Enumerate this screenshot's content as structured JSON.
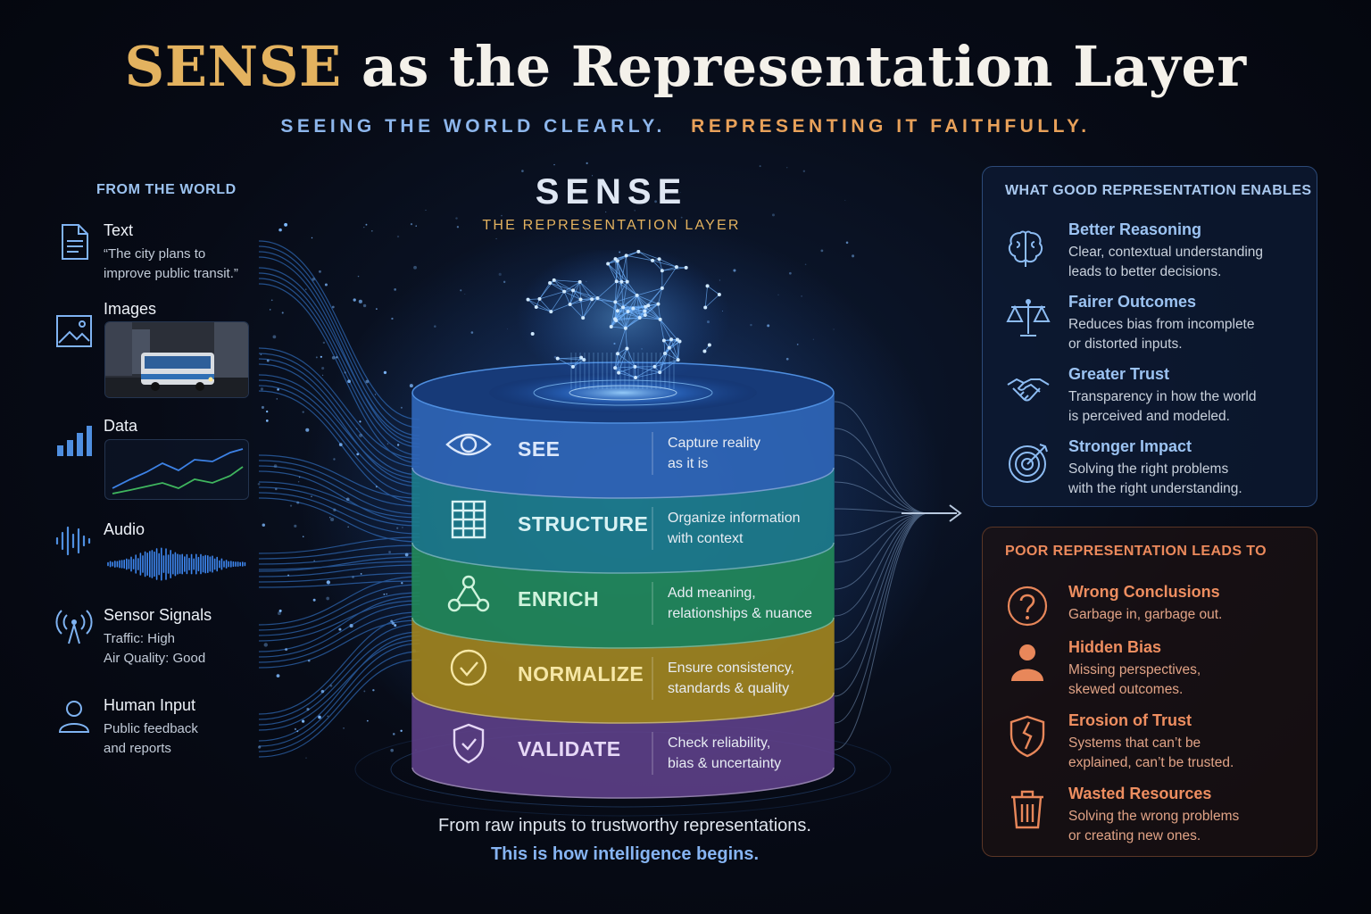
{
  "title": {
    "accent": "SENSE",
    "rest": "as the Representation Layer"
  },
  "subtitle": {
    "part1": "SEEING THE WORLD CLEARLY.",
    "part2": "REPRESENTING IT FAITHFULLY."
  },
  "colors": {
    "gold": "#e3b25f",
    "blue_accent": "#86b4f2",
    "orange_accent": "#ec8a5c",
    "background": "#070b16"
  },
  "sources": {
    "heading": "FROM THE WORLD",
    "items": [
      {
        "name": "Text",
        "detail_lines": [
          "“The city plans to",
          "improve public transit.”"
        ],
        "icon": "document-icon"
      },
      {
        "name": "Images",
        "detail_lines": [],
        "icon": "image-icon"
      },
      {
        "name": "Data",
        "detail_lines": [],
        "icon": "bar-chart-icon"
      },
      {
        "name": "Audio",
        "detail_lines": [],
        "icon": "audio-wave-icon"
      },
      {
        "name": "Sensor Signals",
        "detail_lines": [
          "Traffic: High",
          "Air Quality: Good"
        ],
        "icon": "antenna-icon"
      },
      {
        "name": "Human Input",
        "detail_lines": [
          "Public feedback",
          "and reports"
        ],
        "icon": "person-icon"
      }
    ]
  },
  "sense": {
    "title": "SENSE",
    "subtitle": "THE REPRESENTATION LAYER",
    "layers": [
      {
        "label": "SEE",
        "desc_lines": [
          "Capture reality",
          "as it is"
        ],
        "icon": "eye-icon",
        "color": "#2f66b8",
        "text_color": "#dce8fb"
      },
      {
        "label": "STRUCTURE",
        "desc_lines": [
          "Organize information",
          "with context"
        ],
        "icon": "grid-icon",
        "color": "#1d7c8c",
        "text_color": "#d8f2f4"
      },
      {
        "label": "ENRICH",
        "desc_lines": [
          "Add meaning,",
          "relationships & nuance"
        ],
        "icon": "network-icon",
        "color": "#22885a",
        "text_color": "#cff3dc"
      },
      {
        "label": "NORMALIZE",
        "desc_lines": [
          "Ensure consistency,",
          "standards & quality"
        ],
        "icon": "check-circle-icon",
        "color": "#a0841f",
        "text_color": "#f6e7a6"
      },
      {
        "label": "VALIDATE",
        "desc_lines": [
          "Check reliability,",
          "bias & uncertainty"
        ],
        "icon": "shield-check-icon",
        "color": "#5c3f86",
        "text_color": "#e6d8f6"
      }
    ]
  },
  "footer": {
    "line1": "From raw inputs to trustworthy representations.",
    "line2": "This is how intelligence begins."
  },
  "good_panel": {
    "heading": "WHAT GOOD REPRESENTATION ENABLES",
    "items": [
      {
        "name": "Better Reasoning",
        "desc_lines": [
          "Clear, contextual understanding",
          "leads to better decisions."
        ],
        "icon": "brain-icon"
      },
      {
        "name": "Fairer Outcomes",
        "desc_lines": [
          "Reduces bias from incomplete",
          "or distorted inputs."
        ],
        "icon": "scales-icon"
      },
      {
        "name": "Greater Trust",
        "desc_lines": [
          "Transparency in how the world",
          "is perceived and modeled."
        ],
        "icon": "handshake-icon"
      },
      {
        "name": "Stronger Impact",
        "desc_lines": [
          "Solving the right problems",
          "with the right understanding."
        ],
        "icon": "target-icon"
      }
    ]
  },
  "poor_panel": {
    "heading": "POOR REPRESENTATION LEADS TO",
    "items": [
      {
        "name": "Wrong Conclusions",
        "desc_lines": [
          "Garbage in, garbage out."
        ],
        "icon": "question-circle-icon"
      },
      {
        "name": "Hidden Bias",
        "desc_lines": [
          "Missing perspectives,",
          "skewed outcomes."
        ],
        "icon": "person-silhouette-icon"
      },
      {
        "name": "Erosion of Trust",
        "desc_lines": [
          "Systems that can’t be",
          "explained, can’t be trusted."
        ],
        "icon": "broken-shield-icon"
      },
      {
        "name": "Wasted Resources",
        "desc_lines": [
          "Solving the wrong problems",
          "or creating new ones."
        ],
        "icon": "trash-icon"
      }
    ]
  }
}
